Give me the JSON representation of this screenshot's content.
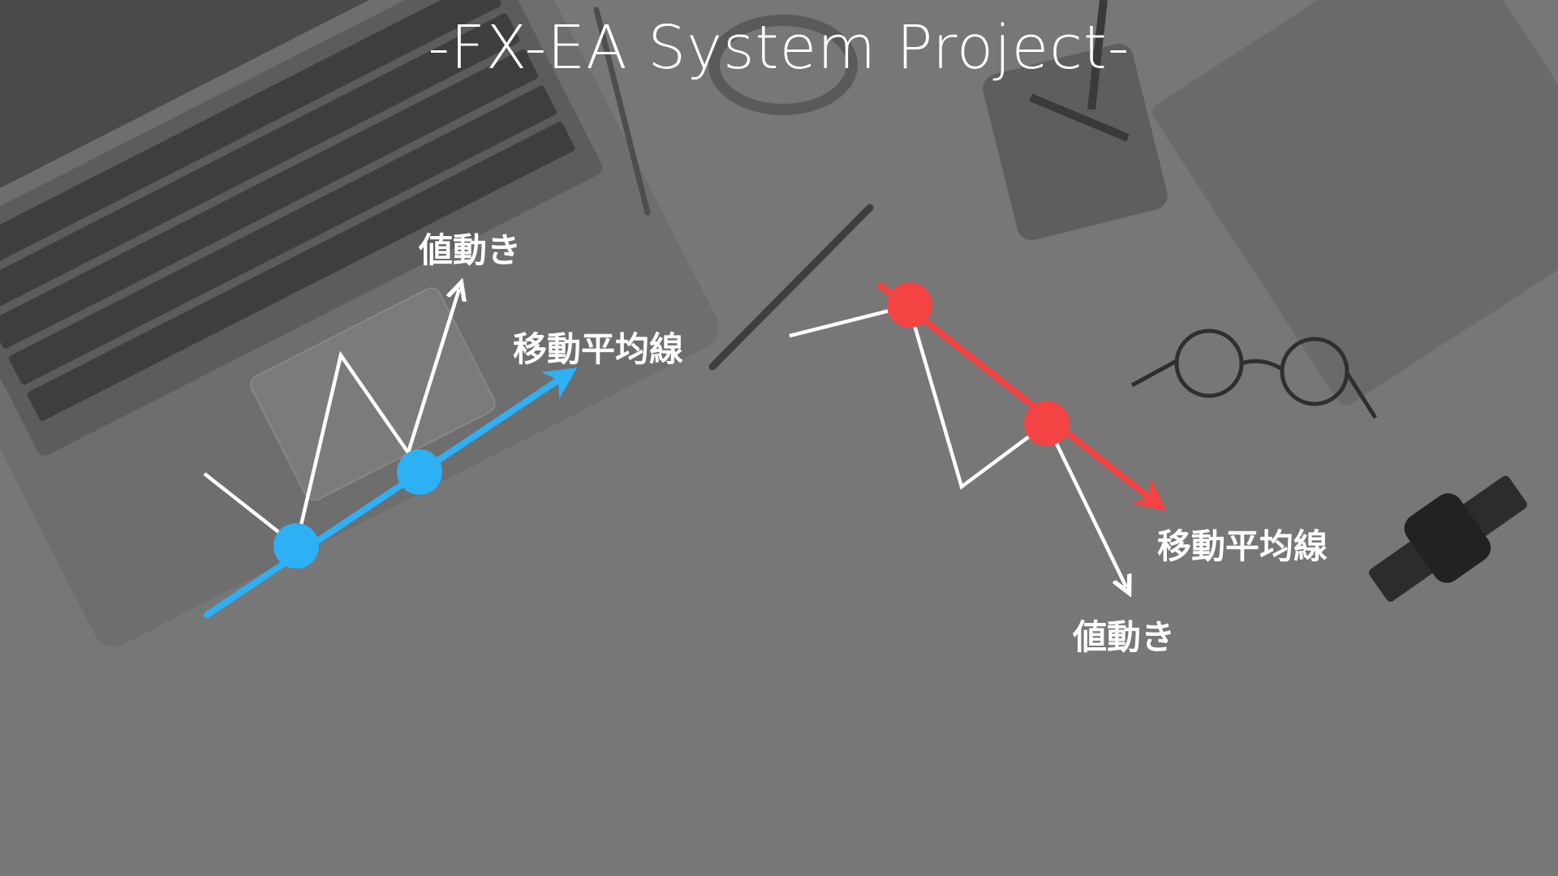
{
  "title": "-FX-EA System Project-",
  "colors": {
    "uptrend_accent": "#2eb0f5",
    "downtrend_accent": "#f54444",
    "price_line": "#ffffff",
    "background": "#777777"
  },
  "uptrend": {
    "price_label": "値動き",
    "ma_label": "移動平均線"
  },
  "downtrend": {
    "price_label": "値動き",
    "ma_label": "移動平均線"
  }
}
